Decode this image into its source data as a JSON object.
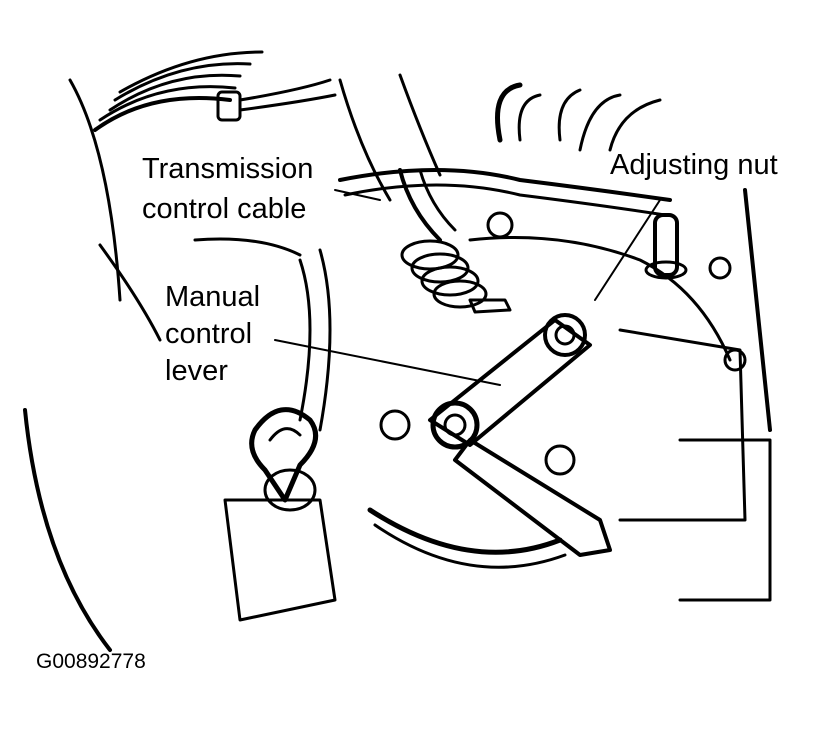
{
  "labels": {
    "transmission_control_cable_line1": "Transmission",
    "transmission_control_cable_line2": "control cable",
    "adjusting_nut": "Adjusting nut",
    "manual_control_lever_line1": "Manual",
    "manual_control_lever_line2": "control",
    "manual_control_lever_line3": "lever"
  },
  "figure_id": "G00892778"
}
